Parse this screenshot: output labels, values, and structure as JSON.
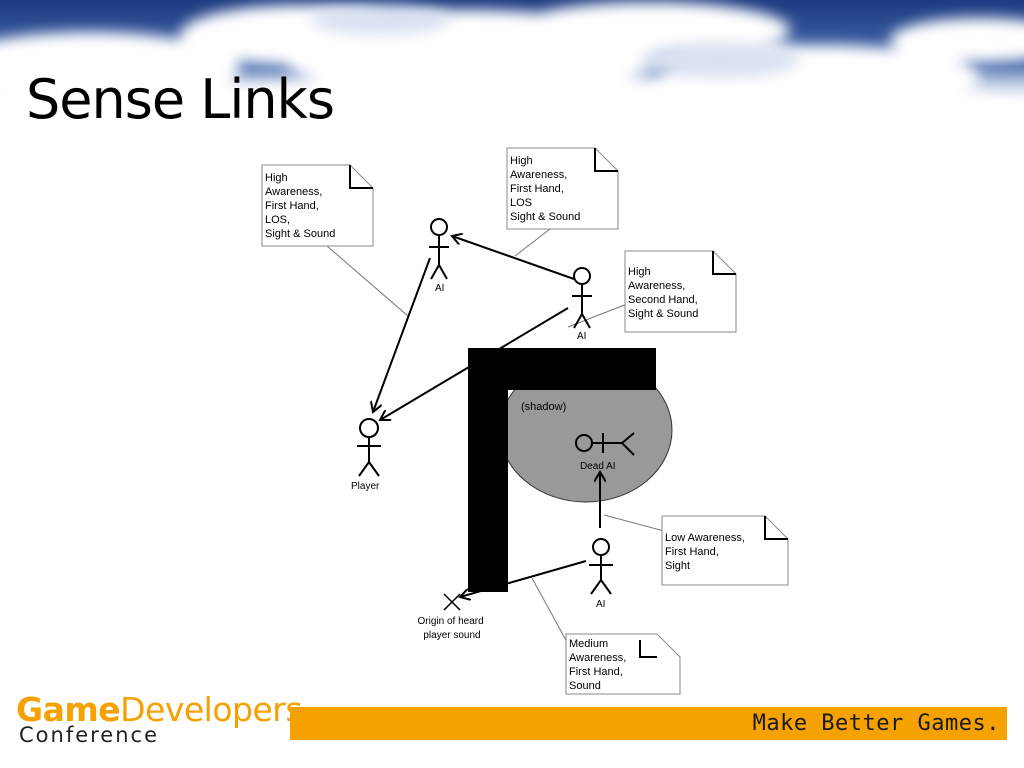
{
  "slide": {
    "title": "Sense Links",
    "footer": {
      "logo_bold": "Game",
      "logo_regular": "Developers",
      "logo_sub": "Conference",
      "tagline": "Make Better Games."
    }
  },
  "diagram": {
    "notes": [
      {
        "id": "note-1",
        "lines": [
          "High",
          "Awareness,",
          "First Hand,",
          "LOS,",
          "Sight & Sound"
        ]
      },
      {
        "id": "note-2",
        "lines": [
          "High",
          "Awareness,",
          "First Hand,",
          "LOS",
          "Sight & Sound"
        ]
      },
      {
        "id": "note-3",
        "lines": [
          "High",
          "Awareness,",
          "Second Hand,",
          "Sight & Sound"
        ]
      },
      {
        "id": "note-4",
        "lines": [
          "Low Awareness,",
          "First Hand,",
          "Sight"
        ]
      },
      {
        "id": "note-5",
        "lines": [
          "Medium",
          "Awareness,",
          "First Hand,",
          "Sound"
        ]
      }
    ],
    "actors": {
      "ai_top_left": "AI",
      "ai_right": "AI",
      "player": "Player",
      "dead_ai": "Dead AI",
      "ai_bottom": "AI"
    },
    "shadow_label": "(shadow)",
    "origin_label_lines": [
      "Origin of heard",
      "player sound"
    ]
  },
  "colors": {
    "footer_orange": "#f5a100",
    "shadow_gray": "#999999",
    "sky_blue": "#1f3e86"
  }
}
